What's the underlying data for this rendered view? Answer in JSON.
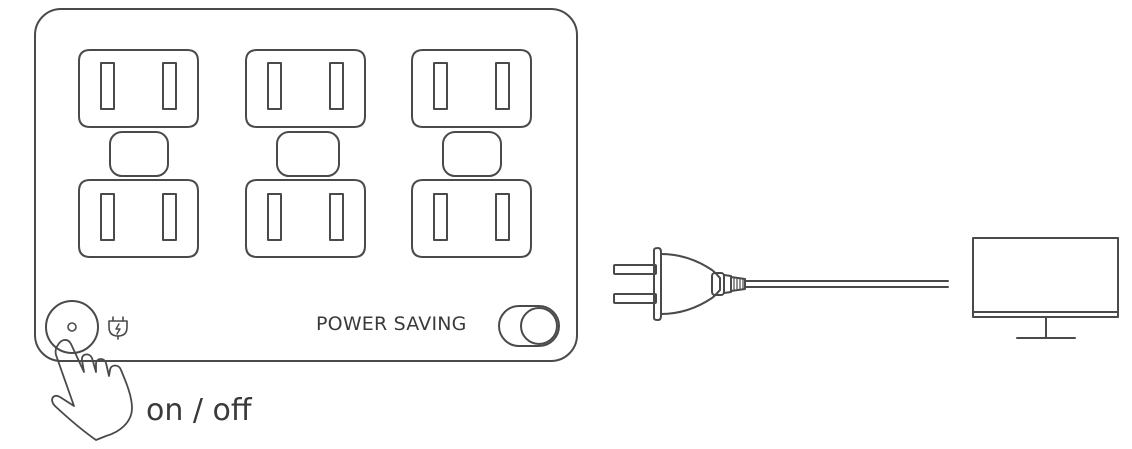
{
  "power_strip": {
    "power_saving_label": "POWER SAVING",
    "outlet_columns": 3,
    "outlets_per_column": 2
  },
  "power_button": {
    "caption": "on / off"
  },
  "icons": {
    "plug_icon": "plug-power-icon",
    "hand_icon": "pressing-hand-icon",
    "cord_icon": "power-plug-cord-icon",
    "monitor_icon": "monitor-icon"
  },
  "colors": {
    "stroke": "#4a4a4a",
    "background": "#ffffff"
  }
}
